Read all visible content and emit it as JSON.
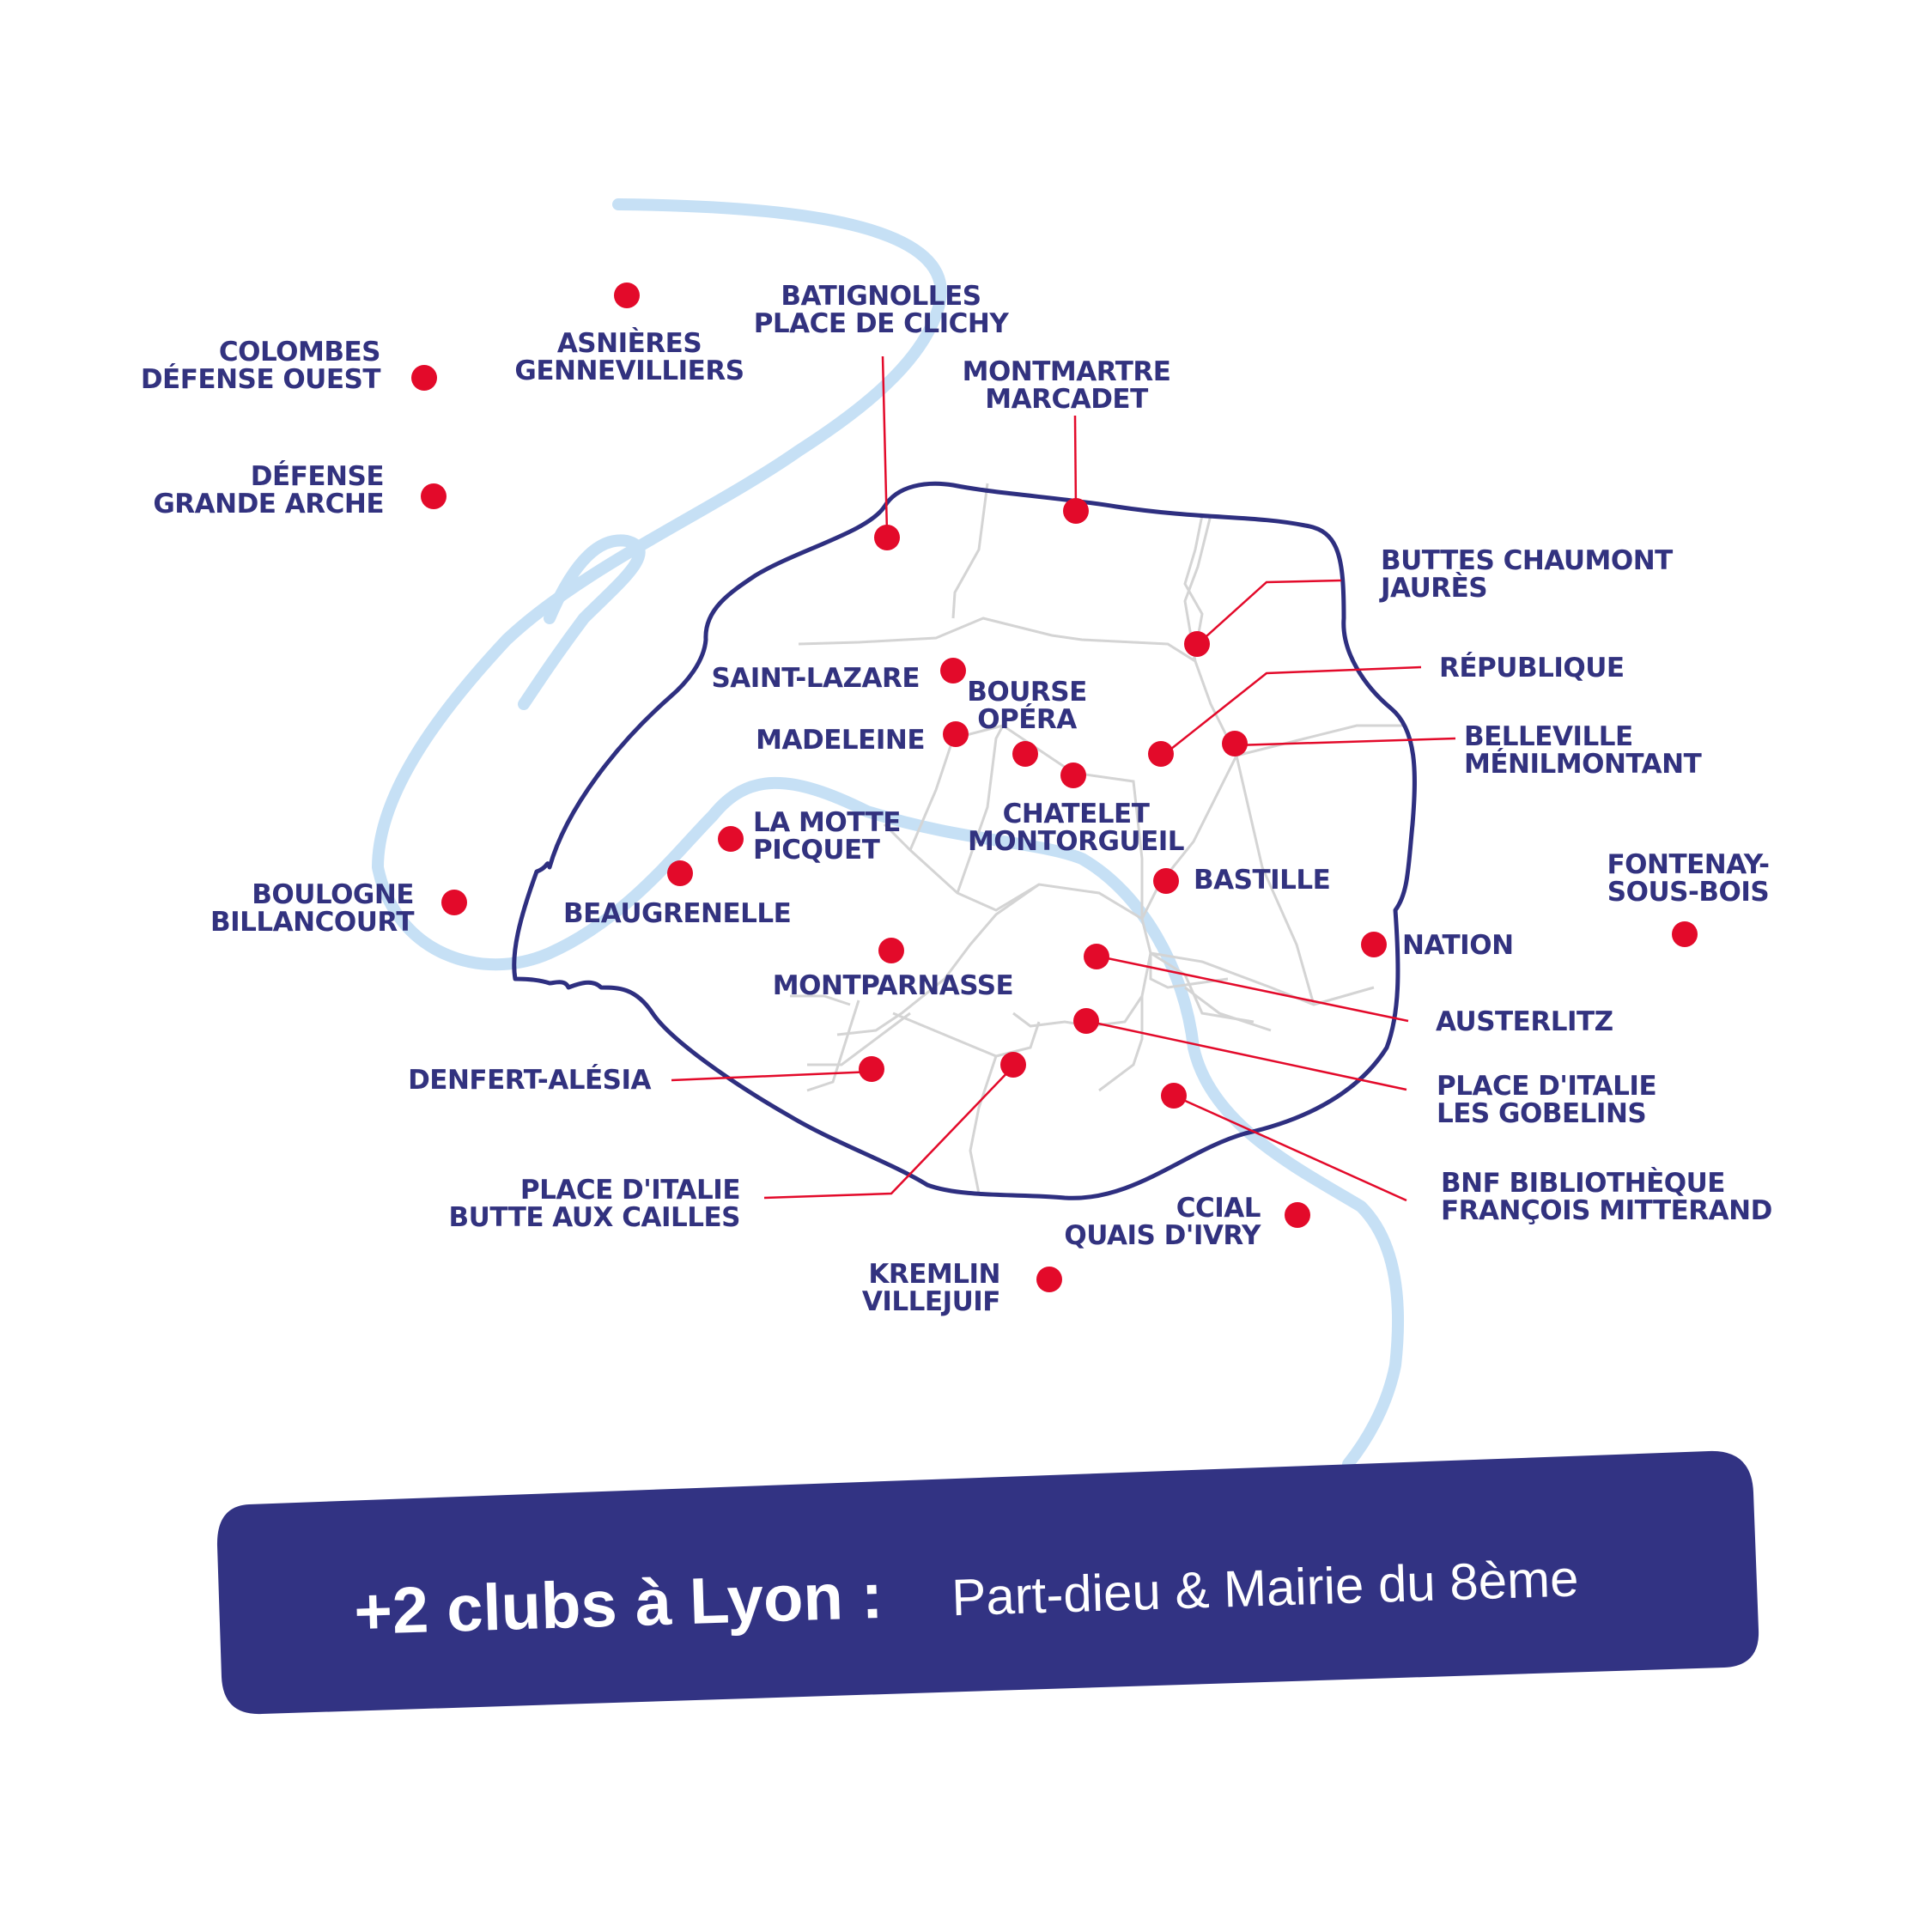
{
  "colors": {
    "river": "#c6e0f5",
    "boundary": "#2e2f80",
    "arrondissement_lines": "#d4d4d4",
    "club_marker": "#e30a2a",
    "leader_line": "#e30a2a",
    "label_text": "#32327f",
    "banner_bg": "#323383",
    "banner_text": "#ffffff"
  },
  "clubs": [
    {
      "id": "colombes",
      "lines": [
        "COLOMBES",
        "DÉFENSE OUEST"
      ]
    },
    {
      "id": "asnieres",
      "lines": [
        "ASNIÈRES",
        "GENNEVILLIERS"
      ]
    },
    {
      "id": "batignolles",
      "lines": [
        "BATIGNOLLES",
        "PLACE DE CLICHY"
      ]
    },
    {
      "id": "montmartre",
      "lines": [
        "MONTMARTRE",
        "MARCADET"
      ]
    },
    {
      "id": "defense",
      "lines": [
        "DÉFENSE",
        "GRANDE ARCHE"
      ]
    },
    {
      "id": "buttes",
      "lines": [
        "BUTTES CHAUMONT",
        "JAURÈS"
      ]
    },
    {
      "id": "republique",
      "lines": [
        "RÉPUBLIQUE"
      ]
    },
    {
      "id": "saint-lazare",
      "lines": [
        "SAINT-LAZARE"
      ]
    },
    {
      "id": "bourse",
      "lines": [
        "BOURSE",
        "OPÉRA"
      ]
    },
    {
      "id": "madeleine",
      "lines": [
        "MADELEINE"
      ]
    },
    {
      "id": "belleville",
      "lines": [
        "BELLEVILLE",
        "MÉNILMONTANT"
      ]
    },
    {
      "id": "chatelet",
      "lines": [
        "CHATELET",
        "MONTORGUEIL"
      ]
    },
    {
      "id": "motte",
      "lines": [
        "LA MOTTE",
        "PICQUET"
      ]
    },
    {
      "id": "beaugrenelle",
      "lines": [
        "BEAUGRENELLE"
      ]
    },
    {
      "id": "boulogne",
      "lines": [
        "BOULOGNE",
        "BILLANCOURT"
      ]
    },
    {
      "id": "bastille",
      "lines": [
        "BASTILLE"
      ]
    },
    {
      "id": "fontenay",
      "lines": [
        "FONTENAY-",
        "SOUS-BOIS"
      ]
    },
    {
      "id": "nation",
      "lines": [
        "NATION"
      ]
    },
    {
      "id": "montparnasse",
      "lines": [
        "MONTPARNASSE"
      ]
    },
    {
      "id": "austerlitz",
      "lines": [
        "AUSTERLITZ"
      ]
    },
    {
      "id": "denfert",
      "lines": [
        "DENFERT-ALÉSIA"
      ]
    },
    {
      "id": "italie-gobelins",
      "lines": [
        "PLACE D'ITALIE",
        "LES GOBELINS"
      ]
    },
    {
      "id": "italie-cailles",
      "lines": [
        "PLACE D'ITALIE",
        "BUTTE AUX CAILLES"
      ]
    },
    {
      "id": "bnf",
      "lines": [
        "BNF BIBLIOTHÈQUE",
        "FRANÇOIS MITTERAND"
      ]
    },
    {
      "id": "ivry",
      "lines": [
        "CCIAL",
        "QUAIS D'IVRY"
      ]
    },
    {
      "id": "kremlin",
      "lines": [
        "KREMLIN",
        "VILLEJUIF"
      ]
    }
  ],
  "banner": {
    "bold": "+2 clubs à Lyon :",
    "regular": "Part-dieu & Mairie du 8ème"
  }
}
